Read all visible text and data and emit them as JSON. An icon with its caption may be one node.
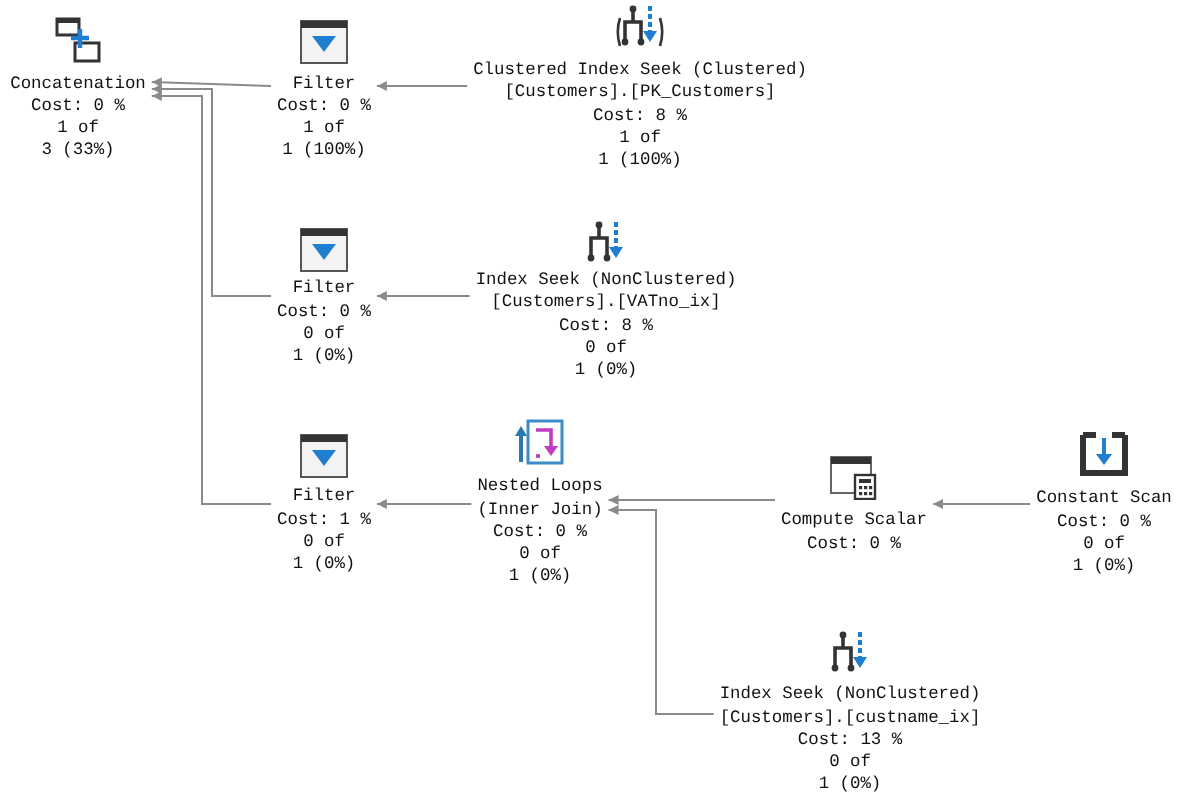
{
  "diagram": {
    "nodes": [
      {
        "text": [
          "Concatenation",
          "Cost: 0 %",
          "1 of",
          "3 (33%)"
        ]
      },
      {
        "text": [
          "Filter",
          "Cost: 0 %",
          "1 of",
          "1 (100%)"
        ]
      },
      {
        "text": [
          "Clustered Index Seek (Clustered)",
          "[Customers].[PK_Customers]",
          "Cost: 8 %",
          "1 of",
          "1 (100%)"
        ]
      },
      {
        "text": [
          "Filter",
          "Cost: 0 %",
          "0 of",
          "1 (0%)"
        ]
      },
      {
        "text": [
          "Index Seek (NonClustered)",
          "[Customers].[VATno_ix]",
          "Cost: 8 %",
          "0 of",
          "1 (0%)"
        ]
      },
      {
        "text": [
          "Filter",
          "Cost: 1 %",
          "0 of",
          "1 (0%)"
        ]
      },
      {
        "text": [
          "Nested Loops",
          "(Inner Join)",
          "Cost: 0 %",
          "0 of",
          "1 (0%)"
        ]
      },
      {
        "text": [
          "Compute Scalar",
          "Cost: 0 %"
        ]
      },
      {
        "text": [
          "Constant Scan",
          "Cost: 0 %",
          "0 of",
          "1 (0%)"
        ]
      },
      {
        "text": [
          "Index Seek (NonClustered)",
          "[Customers].[custname_ix]",
          "Cost: 13 %",
          "0 of",
          "1 (0%)"
        ]
      }
    ],
    "edges": [
      {
        "from": 1,
        "to": 0,
        "arrow": "to"
      },
      {
        "from": 2,
        "to": 1,
        "arrow": "to"
      },
      {
        "from": 3,
        "to": 0,
        "arrow": "to"
      },
      {
        "from": 4,
        "to": 3,
        "arrow": "to"
      },
      {
        "from": 5,
        "to": 0,
        "arrow": "to"
      },
      {
        "from": 6,
        "to": 5,
        "arrow": "to"
      },
      {
        "from": 7,
        "to": 6,
        "arrow": "to"
      },
      {
        "from": 8,
        "to": 7,
        "arrow": "to"
      },
      {
        "from": 9,
        "to": 6,
        "arrow": "to"
      }
    ]
  }
}
